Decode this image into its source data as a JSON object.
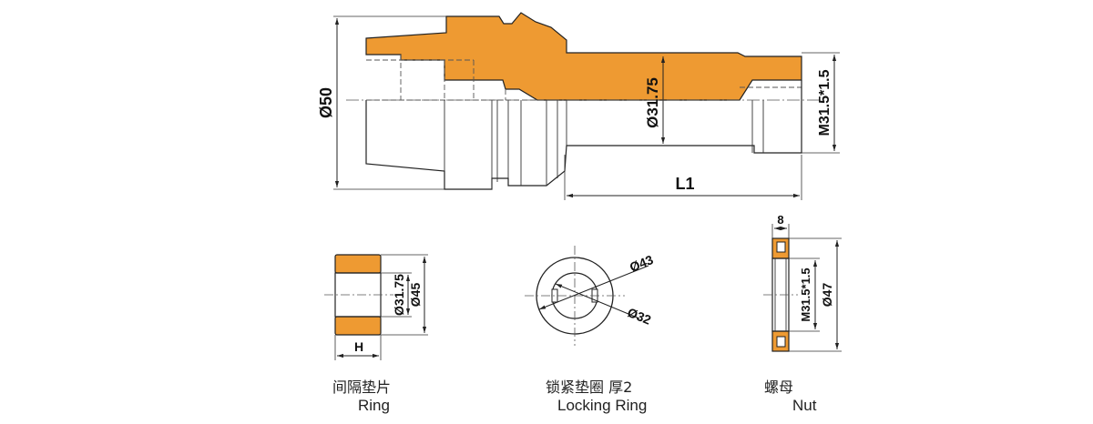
{
  "colors": {
    "part_fill": "#ee9a32",
    "outline": "#222222",
    "dim_line": "#333333"
  },
  "main_view": {
    "dia_label": "Ø50",
    "bore_label": "Ø31.75",
    "thread_label": "M31.5*1.5",
    "length_label": "L1"
  },
  "ring": {
    "inner_label": "Ø31.75",
    "outer_label": "Ø45",
    "width_label": "H",
    "caption_cn": "间隔垫片",
    "caption_en": "Ring"
  },
  "locking_ring": {
    "outer_label": "Ø43",
    "inner_label": "Ø32",
    "caption_cn": "锁紧垫圈  厚2",
    "caption_en": "Locking Ring"
  },
  "nut": {
    "width_label": "8",
    "thread_label": "M31.5*1.5",
    "outer_label": "Ø47",
    "caption_cn": "螺母",
    "caption_en": "Nut"
  }
}
